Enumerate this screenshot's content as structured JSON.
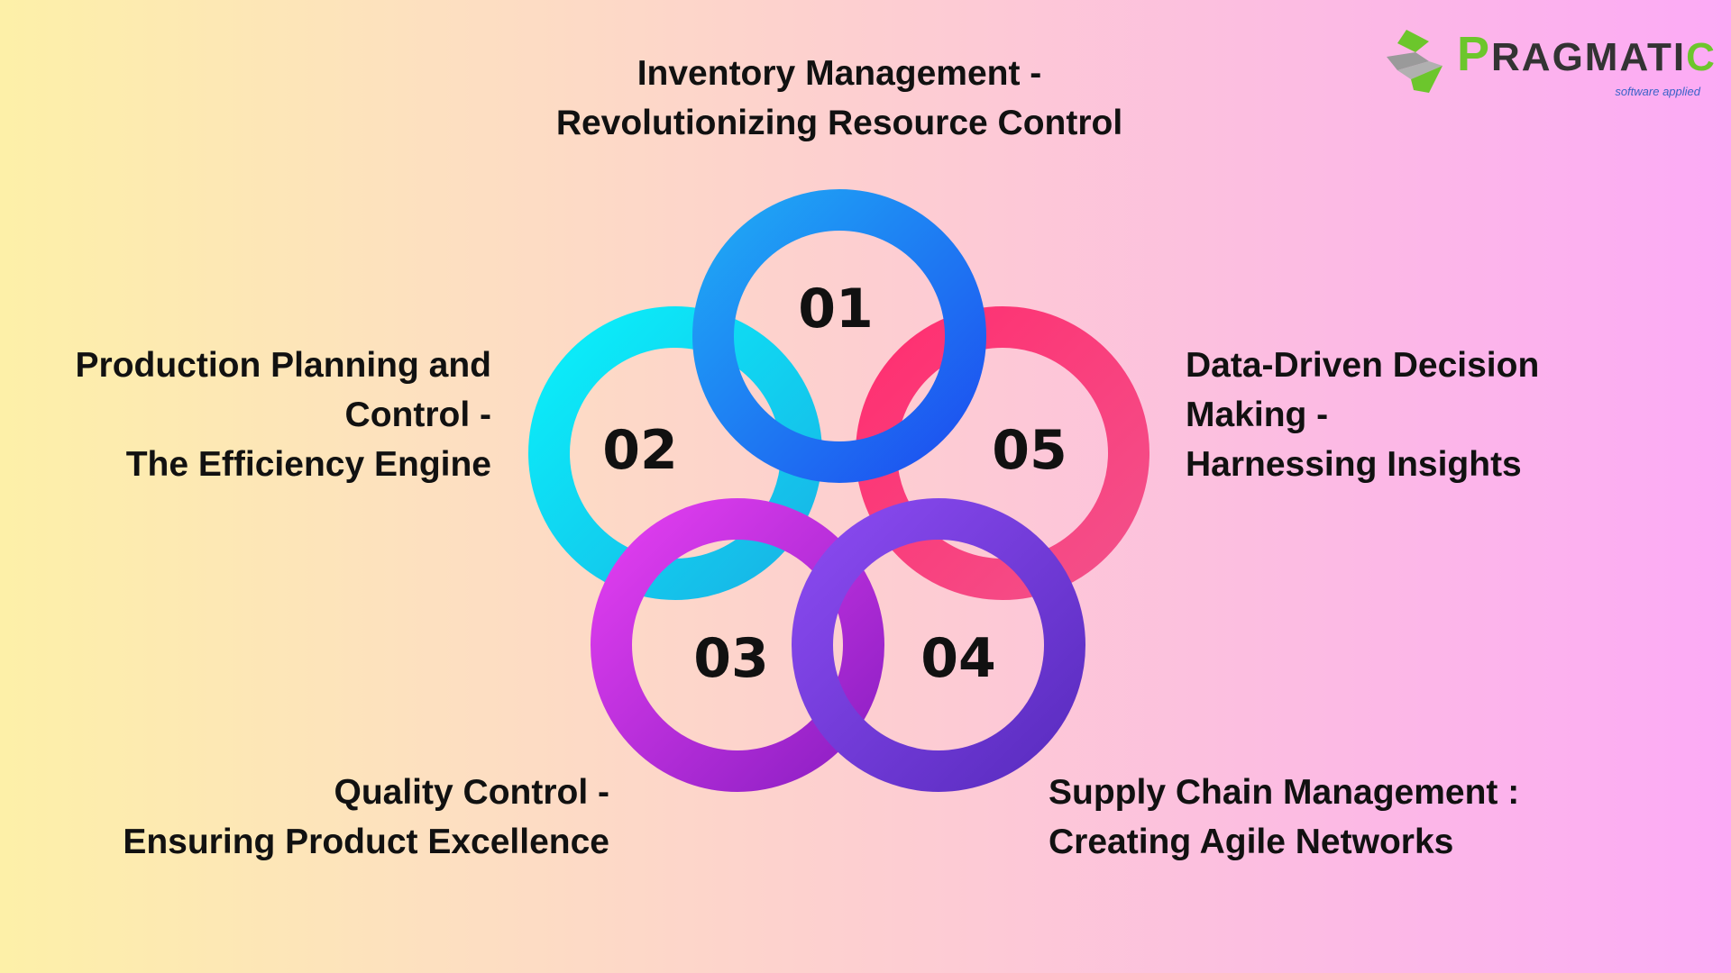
{
  "logo": {
    "name": "PRAGMATIC",
    "first_letter": "P",
    "middle": "RAGMATI",
    "last_letter": "C",
    "tagline": "software applied"
  },
  "items": [
    {
      "number": "01",
      "title_lines": [
        "Inventory Management -",
        "Revolutionizing Resource Control"
      ],
      "color_start": "#1fa9f5",
      "color_end": "#1d4ff0"
    },
    {
      "number": "02",
      "title_lines": [
        "Production Planning and",
        "Control -",
        "The Efficiency Engine"
      ],
      "color_start": "#0af0fa",
      "color_end": "#18b4e6"
    },
    {
      "number": "03",
      "title_lines": [
        "Quality Control -",
        "Ensuring Product Excellence"
      ],
      "color_start": "#e23ef0",
      "color_end": "#8d1fc4"
    },
    {
      "number": "04",
      "title_lines": [
        "Supply Chain Management :",
        "Creating Agile Networks"
      ],
      "color_start": "#8a4af0",
      "color_end": "#5a2cc0"
    },
    {
      "number": "05",
      "title_lines": [
        "Data-Driven Decision",
        "Making -",
        "Harnessing Insights"
      ],
      "color_start": "#ff2f70",
      "color_end": "#f3508a"
    }
  ]
}
